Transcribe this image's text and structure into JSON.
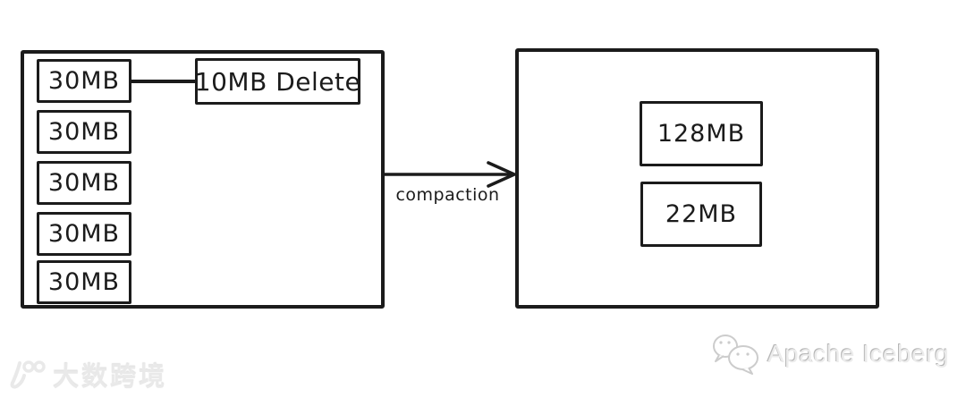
{
  "colors": {
    "background": "#ffffff",
    "diagram_stroke": "#1b1b1b",
    "watermark_gray": "#c9c9c9"
  },
  "diagram": {
    "left_group": {
      "files": [
        {
          "label": "30MB"
        },
        {
          "label": "30MB"
        },
        {
          "label": "30MB"
        },
        {
          "label": "30MB"
        },
        {
          "label": "30MB"
        }
      ],
      "delete_file": {
        "label": "10MB Delete"
      }
    },
    "arrow": {
      "label": "compaction"
    },
    "right_group": {
      "files": [
        {
          "label": "128MB"
        },
        {
          "label": "22MB"
        }
      ]
    }
  },
  "watermarks": {
    "bottom_left": {
      "icon": "dashukuajing-logo-icon",
      "text": "大数跨境"
    },
    "bottom_right": {
      "icon": "wechat-icon",
      "text": "Apache Iceberg"
    }
  }
}
